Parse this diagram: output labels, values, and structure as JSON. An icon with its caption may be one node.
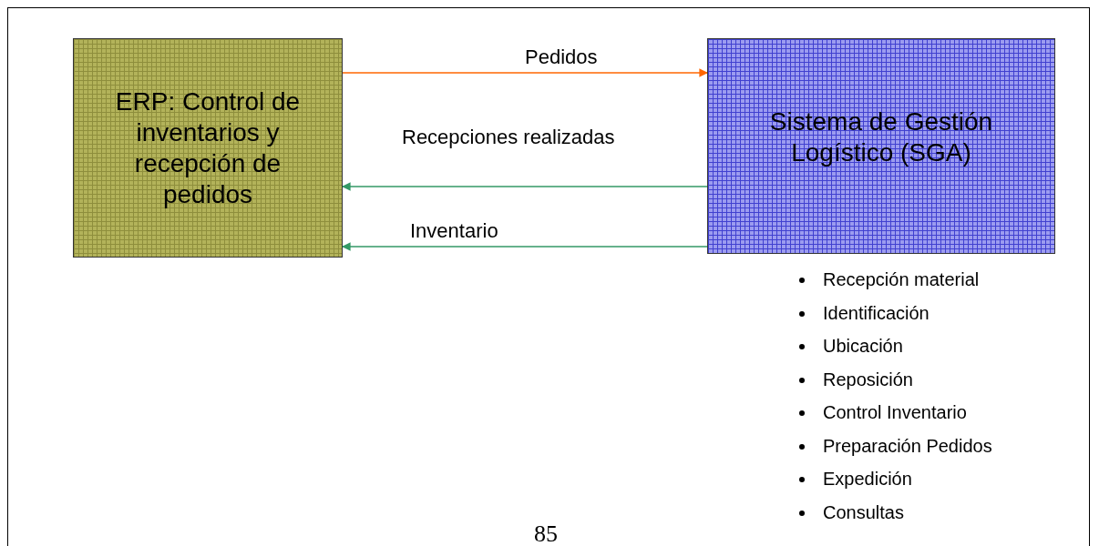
{
  "diagram": {
    "nodes": [
      {
        "text": [
          "ERP: Control de inventarios y recepción de pedidos"
        ]
      },
      {
        "text": [
          "Sistema de Gestión Logístico (SGA)"
        ],
        "beside": [
          "Recepción material",
          "Identificación",
          "Ubicación",
          "Reposición",
          "Control Inventario",
          "Preparación Pedidos",
          "Expedición",
          "Consultas"
        ]
      }
    ],
    "edges": [
      {
        "from": 0,
        "to": 1,
        "arrow": "to",
        "label": "Pedidos",
        "color": "#ff6600"
      },
      {
        "from": 1,
        "to": 0,
        "arrow": "to",
        "label": "Recepciones realizadas"
      },
      {
        "from": 1,
        "to": 0,
        "arrow": "to",
        "label": "Inventario"
      }
    ],
    "labels": [
      "85"
    ]
  }
}
